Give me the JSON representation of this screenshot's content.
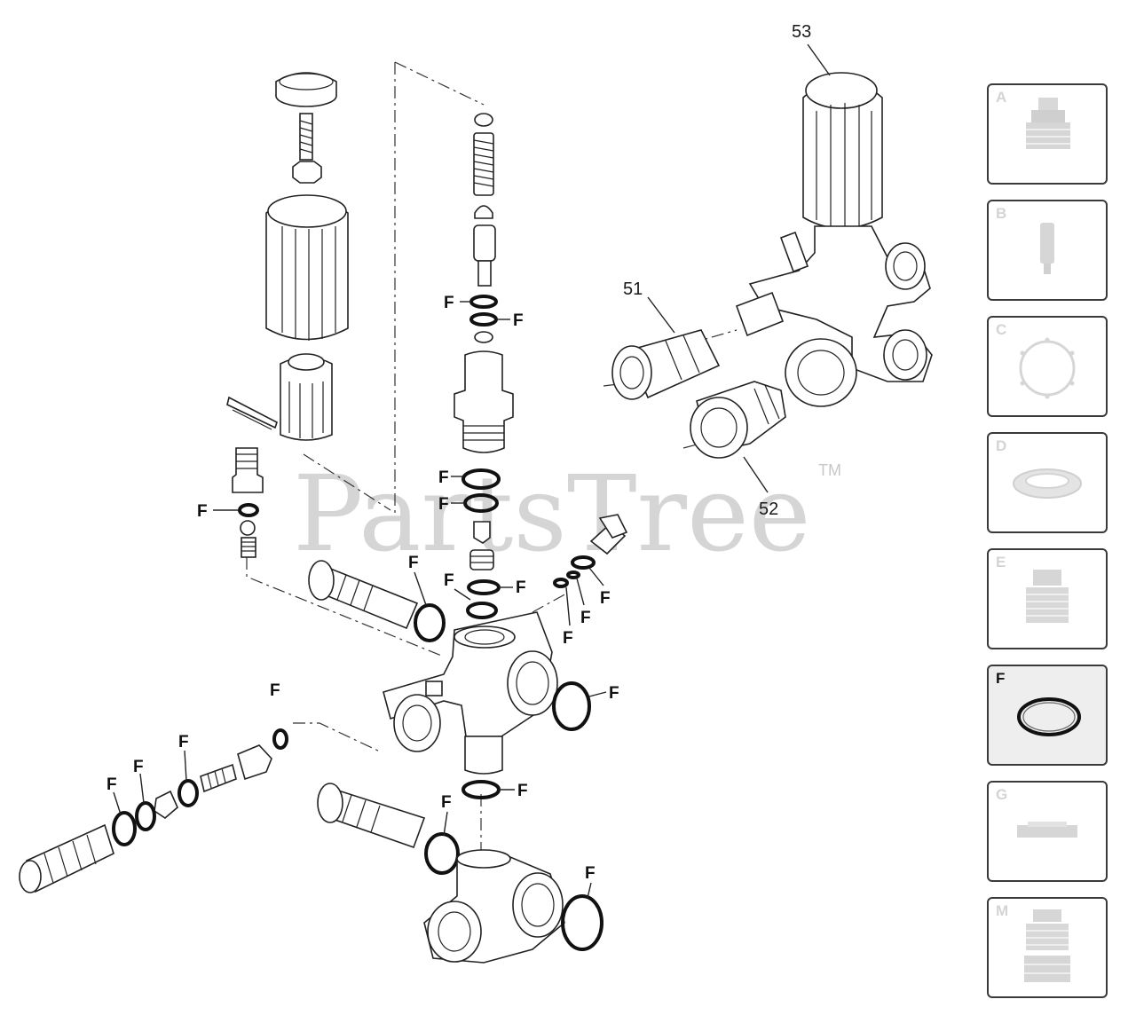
{
  "watermark": {
    "text": "PartsTree",
    "tm": "TM"
  },
  "callouts": {
    "c53": "53",
    "c51": "51",
    "c52": "52",
    "f": "F"
  },
  "categories": [
    {
      "letter": "A",
      "icon": "piston-icon",
      "active": false
    },
    {
      "letter": "B",
      "icon": "rod-icon",
      "active": false
    },
    {
      "letter": "C",
      "icon": "gasket-icon",
      "active": false
    },
    {
      "letter": "D",
      "icon": "seal-icon",
      "active": false
    },
    {
      "letter": "E",
      "icon": "bellows-icon",
      "active": false
    },
    {
      "letter": "F",
      "icon": "o-ring-icon",
      "active": true
    },
    {
      "letter": "G",
      "icon": "bracket-icon",
      "active": false
    },
    {
      "letter": "M",
      "icon": "stacked-seal-icon",
      "active": false
    }
  ],
  "colors": {
    "accent": "#111111",
    "inactive_tile_text": "#d4d4d4",
    "watermark": "#c8c8c8"
  }
}
